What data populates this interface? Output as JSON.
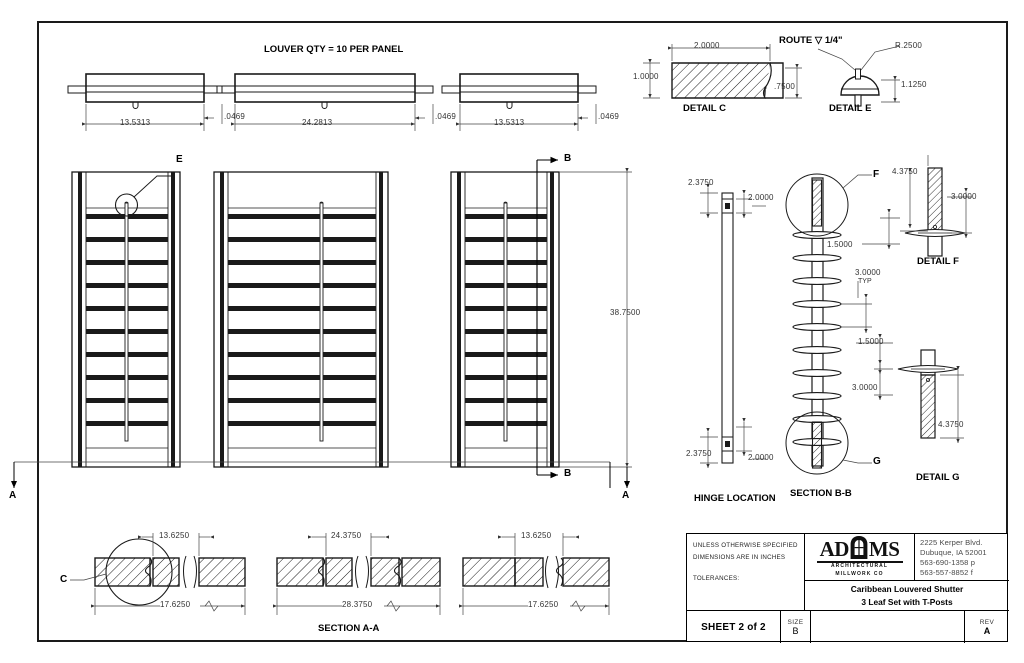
{
  "drawing": {
    "top_note": "LOUVER QTY = 10 PER PANEL",
    "panel_top_views": [
      {
        "width": "13.5313",
        "thickness": ".0469"
      },
      {
        "width": "24.2813",
        "thickness": ".0469"
      },
      {
        "width": "13.5313",
        "thickness": ".0469"
      }
    ],
    "elevation": {
      "overall_height": "38.7500",
      "detail_balloon": "E",
      "section_marker_b_top": "B",
      "section_marker_b_bottom": "B",
      "section_marker_a_left": "A",
      "section_marker_a_right": "A"
    },
    "detail_c": {
      "title": "DETAIL C",
      "width": "2.0000",
      "height": "1.0000",
      "rabbet": ".7500"
    },
    "detail_e": {
      "title": "DETAIL E",
      "route_note": "ROUTE ▽ 1/4\"",
      "radius": "R.2500",
      "height": "1.1250"
    },
    "hinge_location": {
      "title": "HINGE LOCATION",
      "top_dim": "2.3750",
      "top_offset": "2.0000",
      "bottom_dim": "2.3750",
      "bottom_offset": "2.0000"
    },
    "section_bb": {
      "title": "SECTION B-B",
      "balloon_f": "F",
      "balloon_g": "G",
      "louver_spacing": "3.0000",
      "louver_spacing_note": "TYP",
      "louver_count": 10
    },
    "detail_f": {
      "title": "DETAIL F",
      "dim_left": "4.3750",
      "dim_right": "3.0000",
      "dim_lower": "1.5000"
    },
    "detail_g": {
      "title": "DETAIL G",
      "dim_top": "1.5000",
      "dim_left": "3.0000",
      "dim_right": "4.3750"
    },
    "section_aa": {
      "title": "SECTION A-A",
      "balloon_c": "C",
      "panels": [
        {
          "inner": "13.6250",
          "overall": "17.6250"
        },
        {
          "inner": "24.3750",
          "overall": "28.3750"
        },
        {
          "inner": "13.6250",
          "overall": "17.6250"
        }
      ]
    }
  },
  "title_block": {
    "notes": [
      "UNLESS OTHERWISE SPECIFIED",
      "DIMENSIONS ARE IN INCHES",
      "TOLERANCES:"
    ],
    "logo_name_left": "AD",
    "logo_name_right": "MS",
    "logo_sub_line1": "ARCHITECTURAL",
    "logo_sub_line2": "MILLWORK CO",
    "address": [
      "2225 Kerper Blvd.",
      "Dubuque, IA 52001",
      "563-690-1358 p",
      "563-557-8852 f"
    ],
    "part_title_line1": "Caribbean Louvered Shutter",
    "part_title_line2": "3 Leaf Set with T-Posts",
    "sheet": "SHEET 2 of 2",
    "size_label": "SIZE",
    "size_value": "B",
    "rev_label": "REV",
    "rev_value": "A"
  },
  "colors": {
    "line": "#1a1a1a",
    "dim_text": "#333333",
    "paper": "#ffffff"
  }
}
